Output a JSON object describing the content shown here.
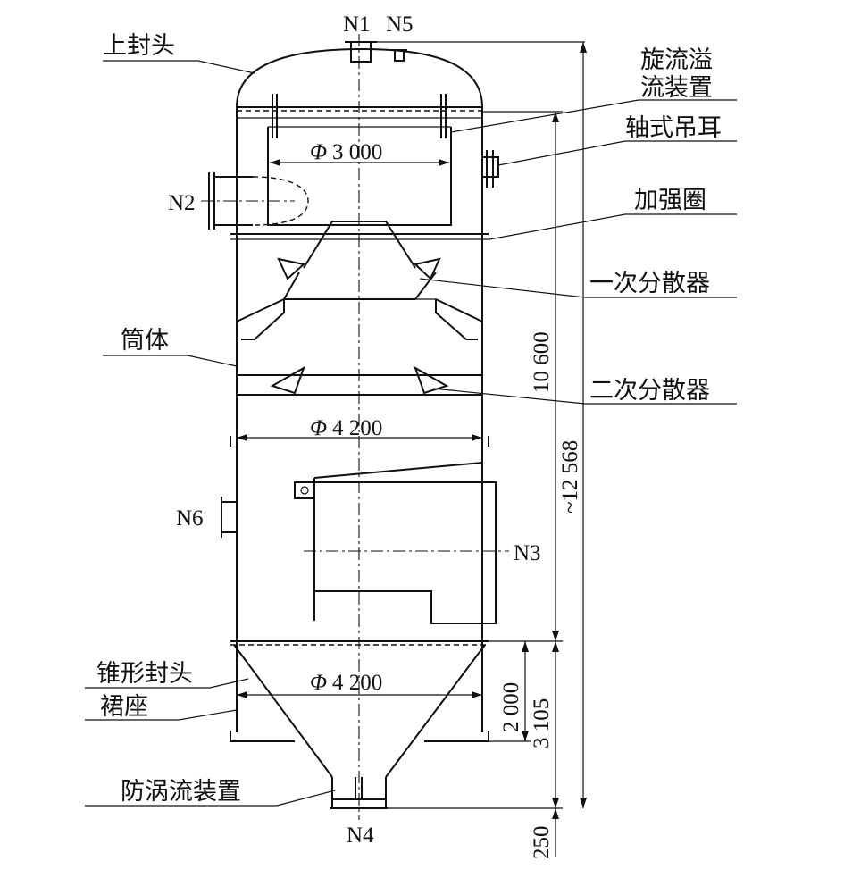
{
  "labels": {
    "upper_head": "上封头",
    "swirl_overflow": "旋流溢\n流装置",
    "swirl_overflow_line1": "旋流溢",
    "swirl_overflow_line2": "流装置",
    "lifting_lug": "轴式吊耳",
    "stiffening_ring": "加强圈",
    "primary_disperser": "一次分散器",
    "shell": "筒体",
    "secondary_disperser": "二次分散器",
    "conical_head": "锥形封头",
    "skirt": "裙座",
    "anti_vortex": "防涡流装置"
  },
  "nozzles": {
    "n1": "N1",
    "n5": "N5",
    "n2": "N2",
    "n3": "N3",
    "n4": "N4",
    "n6": "N6"
  },
  "dimensions": {
    "dia_top": "3 000",
    "dia_mid": "4 200",
    "dia_bottom": "4 200",
    "phi": "Φ",
    "shell_height": "10 600",
    "total_height": "~12 568",
    "cone_height": "2 000",
    "skirt_height": "3 105",
    "base_offset": "250"
  }
}
